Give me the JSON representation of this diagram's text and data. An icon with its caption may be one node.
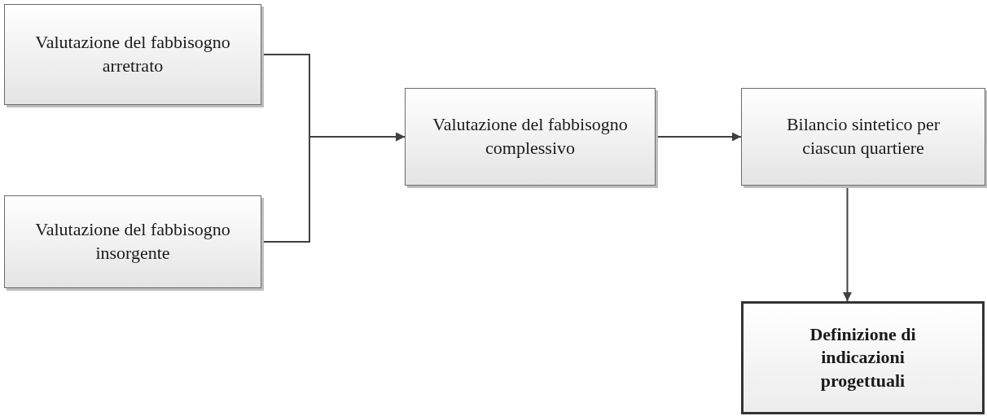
{
  "diagram": {
    "nodes": [
      {
        "text": [
          "Valutazione del fabbisogno arretrato"
        ]
      },
      {
        "text": [
          "Valutazione del fabbisogno insorgente"
        ]
      },
      {
        "text": [
          "Valutazione del fabbisogno complessivo"
        ]
      },
      {
        "text": [
          "Bilancio sintetico per ciascun quartiere"
        ]
      },
      {
        "text": [
          "Definizione di indicazioni progettuali"
        ]
      }
    ],
    "edges": [
      {
        "from": 0,
        "to": 2,
        "arrow": "to"
      },
      {
        "from": 1,
        "to": 2,
        "arrow": "to"
      },
      {
        "from": 2,
        "to": 3,
        "arrow": "to"
      },
      {
        "from": 3,
        "to": 4,
        "arrow": "to"
      }
    ]
  }
}
